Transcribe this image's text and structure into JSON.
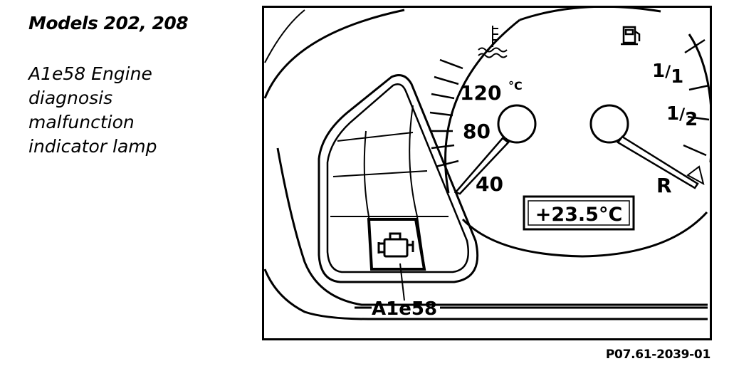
{
  "caption": {
    "models": "Models 202, 208",
    "lines": [
      "A1e58 Engine",
      "diagnosis",
      "malfunction",
      "indicator lamp"
    ]
  },
  "gauge_left": {
    "unit": "°C",
    "ticks": [
      "120",
      "80",
      "40"
    ]
  },
  "gauge_right": {
    "ticks_fractions": [
      {
        "num": "1",
        "den": "1"
      },
      {
        "num": "1",
        "den": "2"
      }
    ],
    "reserve": "R"
  },
  "display": {
    "value": "+23.5°C"
  },
  "callout": {
    "label": "A1e58"
  },
  "figure_ref": "P07.61-2039-01",
  "icons": [
    "coolant-temperature-icon",
    "fuel-pump-icon",
    "engine-check-icon"
  ]
}
